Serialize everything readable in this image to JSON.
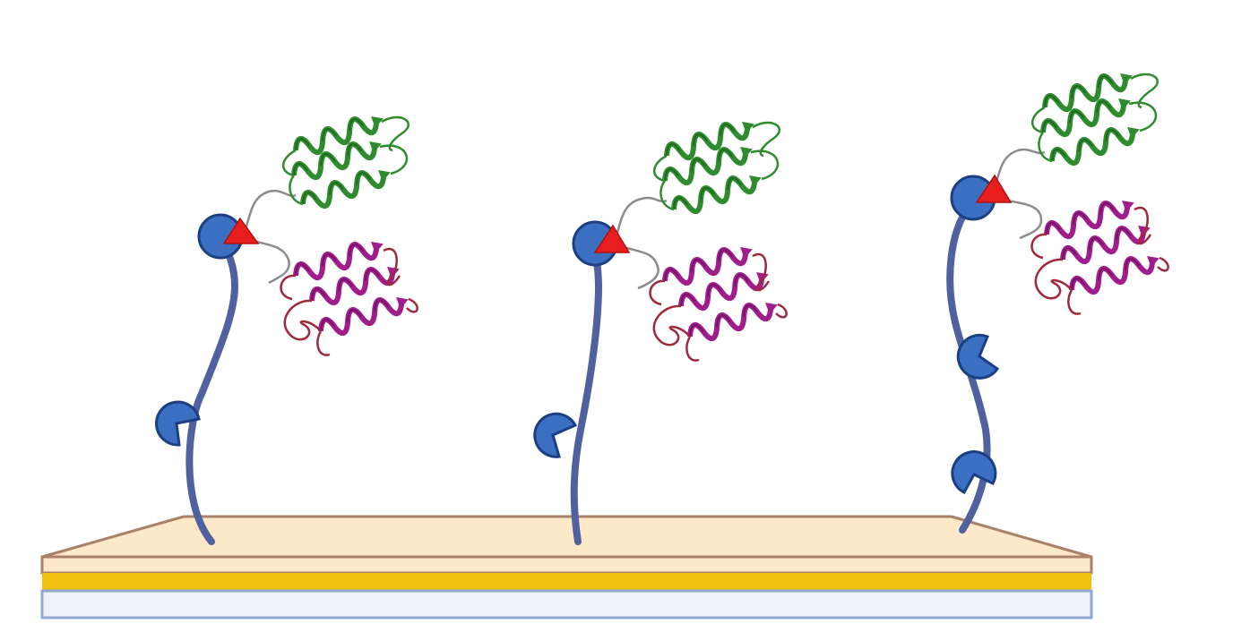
{
  "colors": {
    "background": "#ffffff",
    "substrate_top": "#fde8c8",
    "substrate_edge": "#a98068",
    "gold_layer": "#f0bf10",
    "base_layer": "#eef3fb",
    "base_layer_edge": "#92a8d4",
    "tether": "#4f619f",
    "pacman": "#3a6fc2",
    "pacman_edge": "#1c3f84",
    "triangle": "#e81e1e",
    "linker": "#8c8c8c",
    "green_protein": "#2e8b2e",
    "magenta_protein": "#a01e8c",
    "magenta_loop": "#a0283c"
  },
  "icons": {
    "surface": "layered-substrate",
    "tether": "polymer-chain",
    "binder": "pacman-shape",
    "anchor": "triangle",
    "protein_a": "alpha-helix-bundle-green",
    "protein_b": "alpha-helix-bundle-magenta"
  },
  "constructs": [
    {
      "id": "construct-1",
      "side_binders": 1
    },
    {
      "id": "construct-2",
      "side_binders": 1
    },
    {
      "id": "construct-3",
      "side_binders": 2
    }
  ]
}
